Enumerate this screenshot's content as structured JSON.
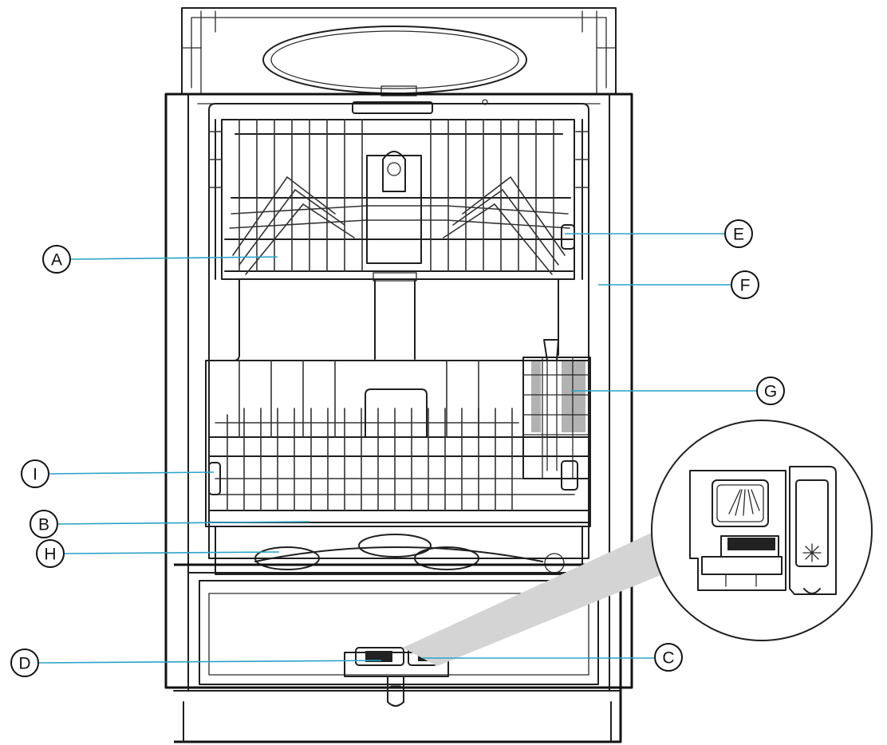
{
  "colors": {
    "line": "#1f1f1f",
    "leader": "#2aa3c8",
    "beam": "#d4d4d4",
    "background": "#ffffff"
  },
  "callouts": [
    {
      "id": "A",
      "label": "A"
    },
    {
      "id": "B",
      "label": "B"
    },
    {
      "id": "C",
      "label": "C"
    },
    {
      "id": "D",
      "label": "D"
    },
    {
      "id": "E",
      "label": "E"
    },
    {
      "id": "F",
      "label": "F"
    },
    {
      "id": "G",
      "label": "G"
    },
    {
      "id": "H",
      "label": "H"
    },
    {
      "id": "I",
      "label": "I"
    }
  ],
  "icons": [
    "spray-arms-icon",
    "sparkle-icon"
  ]
}
